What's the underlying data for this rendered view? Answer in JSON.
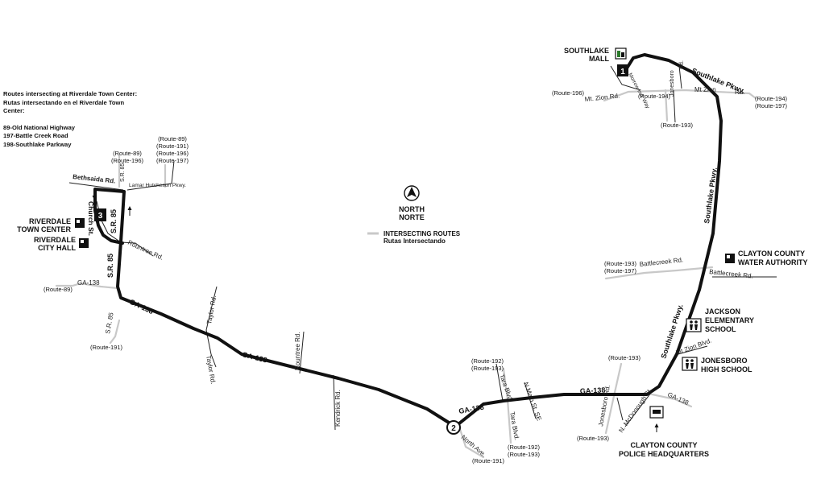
{
  "legend": {
    "title_en": "Routes intersecting at Riverdale Town Center:",
    "title_es_1": "Rutas intersectando en el Riverdale Town",
    "title_es_2": "Center:",
    "routes": [
      "89-Old National Highway",
      "197-Battle Creek Road",
      "198-Southlake Parkway"
    ]
  },
  "north": {
    "label_en": "NORTH",
    "label_es": "NORTE"
  },
  "key": {
    "label_en": "INTERSECTING ROUTES",
    "label_es": "Rutas Intersectando"
  },
  "stops": {
    "s1": "1",
    "s2": "2",
    "s3": "3"
  },
  "landmarks": {
    "southlake_1": "SOUTHLAKE",
    "southlake_2": "MALL",
    "riverdale_tc_1": "RIVERDALE",
    "riverdale_tc_2": "TOWN CENTER",
    "riverdale_ch_1": "RIVERDALE",
    "riverdale_ch_2": "CITY HALL",
    "water_1": "CLAYTON COUNTY",
    "water_2": "WATER AUTHORITY",
    "jackson_1": "JACKSON",
    "jackson_2": "ELEMENTARY",
    "jackson_3": "SCHOOL",
    "jhs_1": "JONESBORO",
    "jhs_2": "HIGH SCHOOL",
    "police_1": "CLAYTON COUNTY",
    "police_2": "POLICE HEADQUARTERS"
  },
  "streets": {
    "bethsaida": "Bethsaida Rd.",
    "lamar": "Lamar Hutcheson Pkwy.",
    "sr85_top": "S.R. 85",
    "sr85_a": "S.R. 85",
    "sr85_b": "S.R. 85",
    "sr85_bottom": "S.R. 85",
    "church": "Church St.",
    "rountree": "Rountree Rd.",
    "ga138_w": "GA-138",
    "ga138_a": "GA-138",
    "ga138_b": "GA-138",
    "ga138_c": "GA-138",
    "ga138_d": "GA-138",
    "ga138_e": "GA-138",
    "taylor_a": "Taylor Rd.",
    "taylor_b": "Taylor Rd.",
    "rountree_rd2": "Rountree Rd.",
    "kendrick": "Kendrick Rd.",
    "north_ave": "North Ave.",
    "tara_a": "Tara Blvd.",
    "tara_b": "Tara Blvd.",
    "n_main": "N Main St. SE",
    "jonesboro_rd": "Jonesboro Rd.",
    "n_mcdonough": "N. McDonough St.",
    "mt_zion_blvd": "Mt Zion Blvd.",
    "southlake_pkwy_a": "Southlake Pkwy.",
    "southlake_pkwy_b": "Southlake Pkwy.",
    "southlake_pkwy_c": "Southlake Pkwy.",
    "battlecreek_a": "Battlecreek Rd.",
    "battlecreek_b": "Battlecreek Rd.",
    "mt_zion_rd": "Mt. Zion Rd.",
    "mt_zion_rd2": "Mt Zion",
    "rd_label": "Rd.",
    "jonesboro_top": "Jonesboro",
    "rd_top": "Rd.",
    "morrow_ind": "Morrow Ind. Way"
  },
  "route_tags": {
    "r89_196_a": "(Route-89)",
    "r89_196_b": "(Route-196)",
    "r89_191_196_197_a": "(Route-89)",
    "r89_191_196_197_b": "(Route-191)",
    "r89_191_196_197_c": "(Route-196)",
    "r89_191_196_197_d": "(Route-197)",
    "r89_ga138": "(Route-89)",
    "r191_sr85": "(Route-191)",
    "r191_north": "(Route-191)",
    "r192_top_a": "(Route-192)",
    "r192_top_b": "(Route-193)",
    "r192_bot_a": "(Route-192)",
    "r192_bot_b": "(Route-193)",
    "r193_jonesboro_top": "(Route-193)",
    "r193_jonesboro_bot": "(Route-193)",
    "r193_197_a": "(Route-193)",
    "r193_197_b": "(Route-197)",
    "r196": "(Route-196)",
    "r194_mid": "(Route-194)",
    "r193_mid": "(Route-193)",
    "r194_197_a": "(Route-194)",
    "r194_197_b": "(Route-197)"
  }
}
